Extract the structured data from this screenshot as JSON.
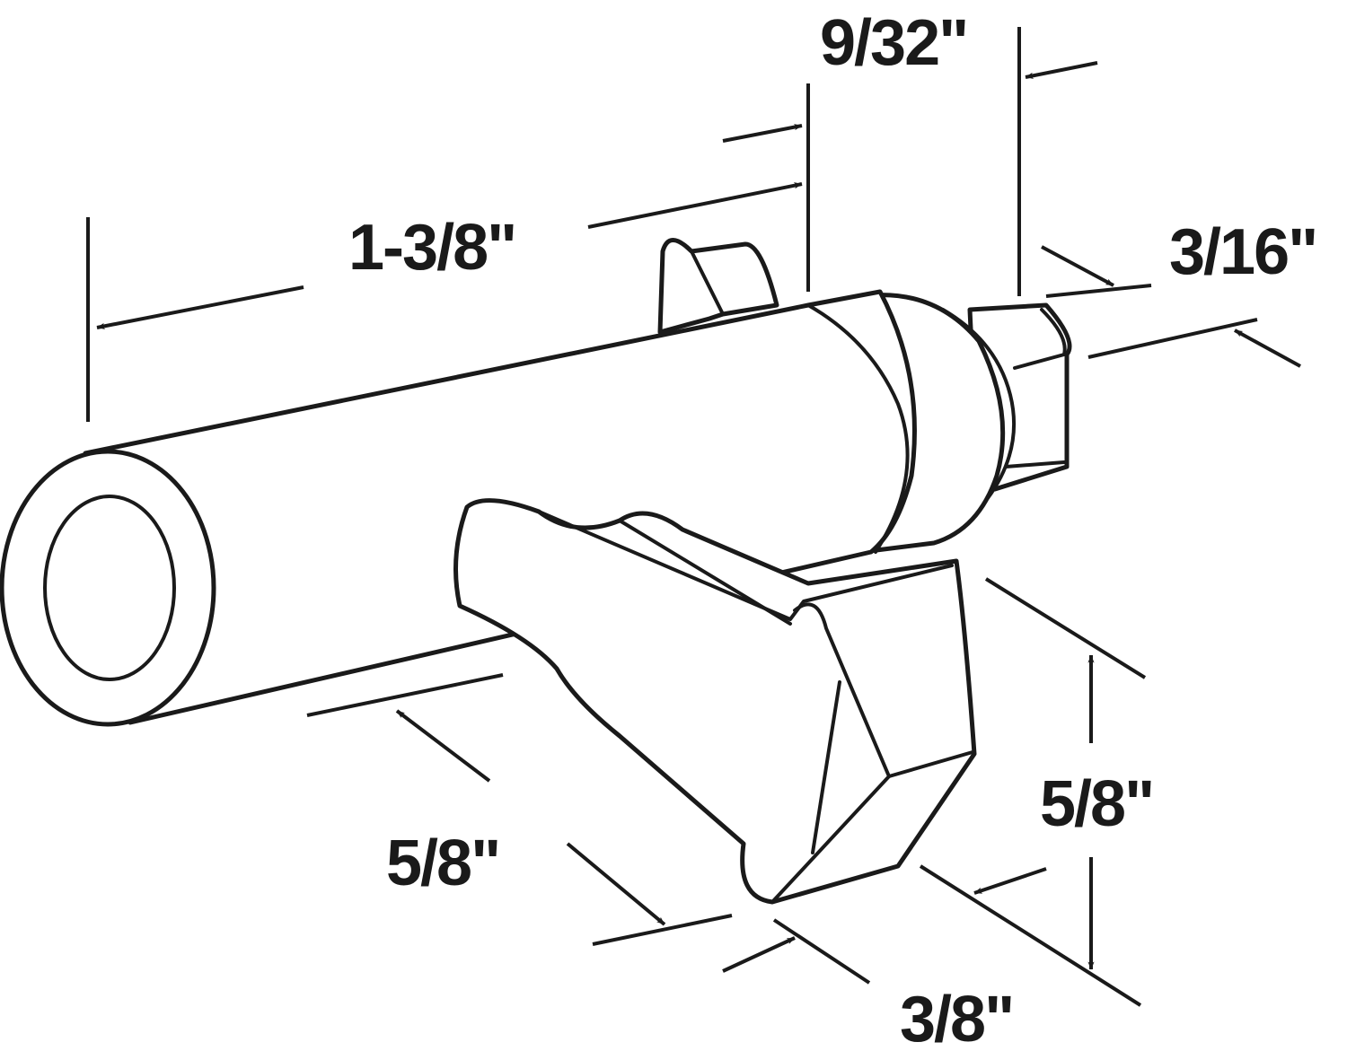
{
  "dimensions": {
    "overall_length": "1-3/8\"",
    "collar_width": "9/32\"",
    "tip_diameter": "3/16\"",
    "base_height": "5/8\"",
    "base_length": "5/8\"",
    "base_width": "3/8\""
  },
  "colors": {
    "line": "#1a1a1a",
    "background": "#ffffff"
  }
}
